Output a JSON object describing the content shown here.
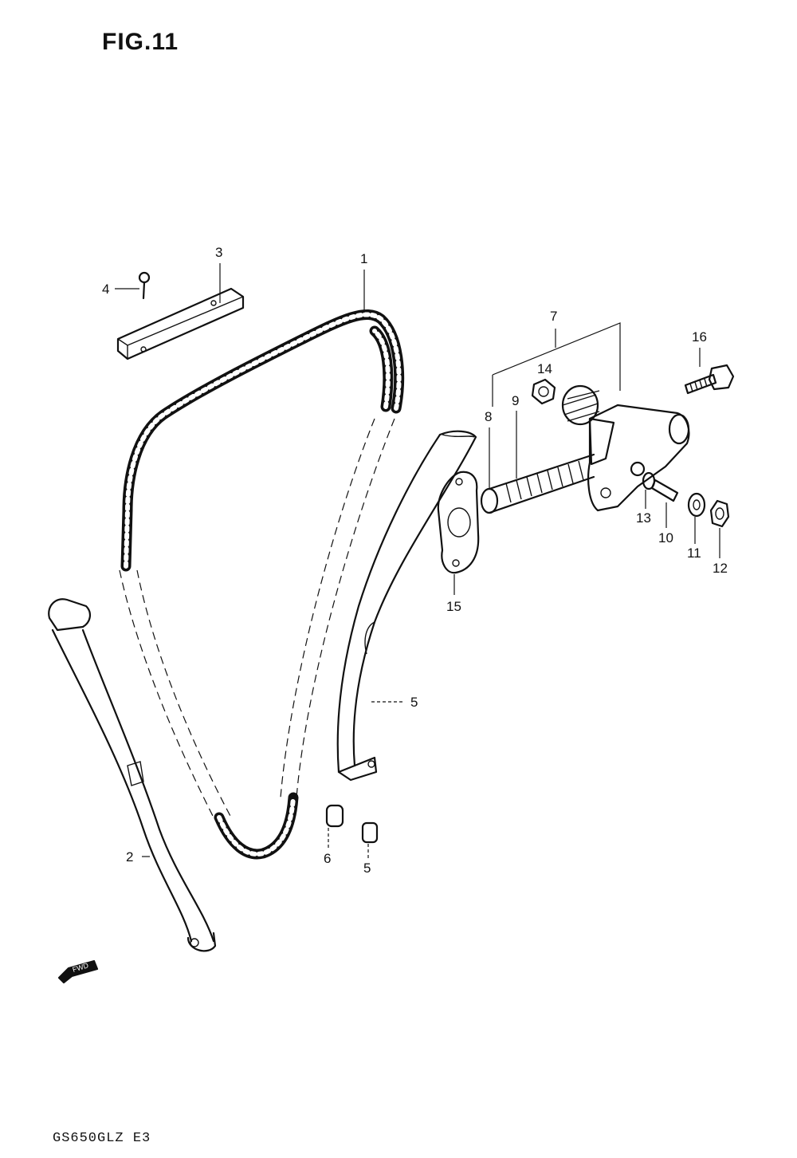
{
  "figure": {
    "title": "FIG.11"
  },
  "footer": {
    "model_code": "GS650GLZ E3"
  },
  "direction_marker": {
    "label": "FWD"
  },
  "callouts": {
    "c1": "1",
    "c2": "2",
    "c3": "3",
    "c4": "4",
    "c5": "5",
    "c5b": "5",
    "c6": "6",
    "c7": "7",
    "c8": "8",
    "c9": "9",
    "c10": "10",
    "c11": "11",
    "c12": "12",
    "c13": "13",
    "c14": "14",
    "c15": "15",
    "c16": "16"
  }
}
